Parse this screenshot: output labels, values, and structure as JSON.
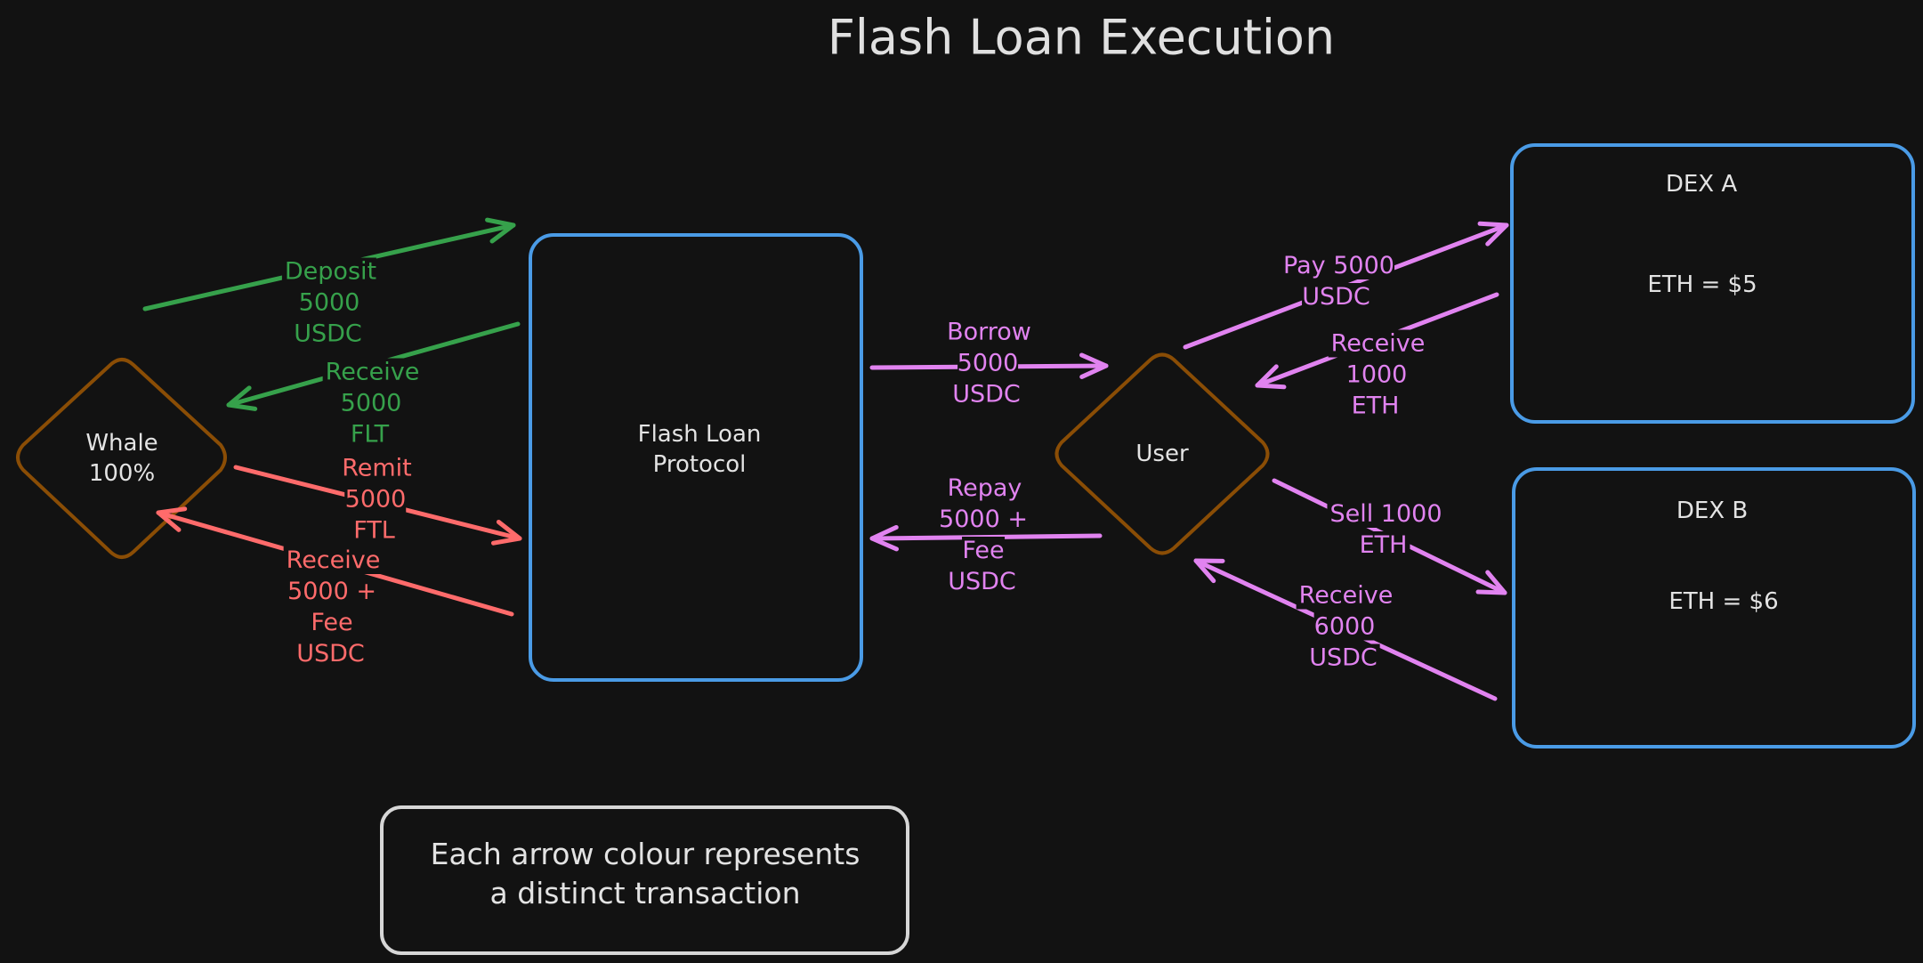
{
  "title": "Flash Loan Execution",
  "colors": {
    "background": "#121212",
    "box_stroke": "#4a9be6",
    "diamond_stroke": "#8a4d05",
    "legend_stroke": "#d6d6d6",
    "green": "#36a14b",
    "red": "#ff6b6b",
    "violet": "#e183f0",
    "text": "#e0e0e0"
  },
  "nodes": {
    "whale": {
      "shape": "diamond",
      "label": "Whale\n100%"
    },
    "protocol": {
      "shape": "rectangle",
      "label": "Flash Loan\nProtocol"
    },
    "user": {
      "shape": "diamond",
      "label": "User"
    },
    "dex_a": {
      "shape": "rectangle",
      "name": "DEX A",
      "price": "ETH = $5"
    },
    "dex_b": {
      "shape": "rectangle",
      "name": "DEX B",
      "price": "ETH = $6"
    }
  },
  "arrows": [
    {
      "id": "deposit",
      "color": "green",
      "from": "whale",
      "to": "protocol",
      "label": "Deposit\n5000\nUSDC"
    },
    {
      "id": "receive-flt",
      "color": "green",
      "from": "protocol",
      "to": "whale",
      "label": "Receive\n5000\nFLT"
    },
    {
      "id": "remit",
      "color": "red",
      "from": "whale",
      "to": "protocol",
      "label": "Remit\n5000\nFTL"
    },
    {
      "id": "receive-fee",
      "color": "red",
      "from": "protocol",
      "to": "whale",
      "label": "Receive\n5000 +\nFee\nUSDC"
    },
    {
      "id": "borrow",
      "color": "violet",
      "from": "protocol",
      "to": "user",
      "label": "Borrow\n5000\nUSDC"
    },
    {
      "id": "repay",
      "color": "violet",
      "from": "user",
      "to": "protocol",
      "label": "Repay\n5000 +\nFee\nUSDC"
    },
    {
      "id": "pay",
      "color": "violet",
      "from": "user",
      "to": "dex_a",
      "label": "Pay 5000\nUSDC"
    },
    {
      "id": "receive-eth",
      "color": "violet",
      "from": "dex_a",
      "to": "user",
      "label": "Receive\n1000\nETH"
    },
    {
      "id": "sell",
      "color": "violet",
      "from": "user",
      "to": "dex_b",
      "label": "Sell 1000\nETH"
    },
    {
      "id": "receive-usdc",
      "color": "violet",
      "from": "dex_b",
      "to": "user",
      "label": "Receive\n6000\nUSDC"
    }
  ],
  "legend": "Each arrow colour represents\na distinct transaction"
}
